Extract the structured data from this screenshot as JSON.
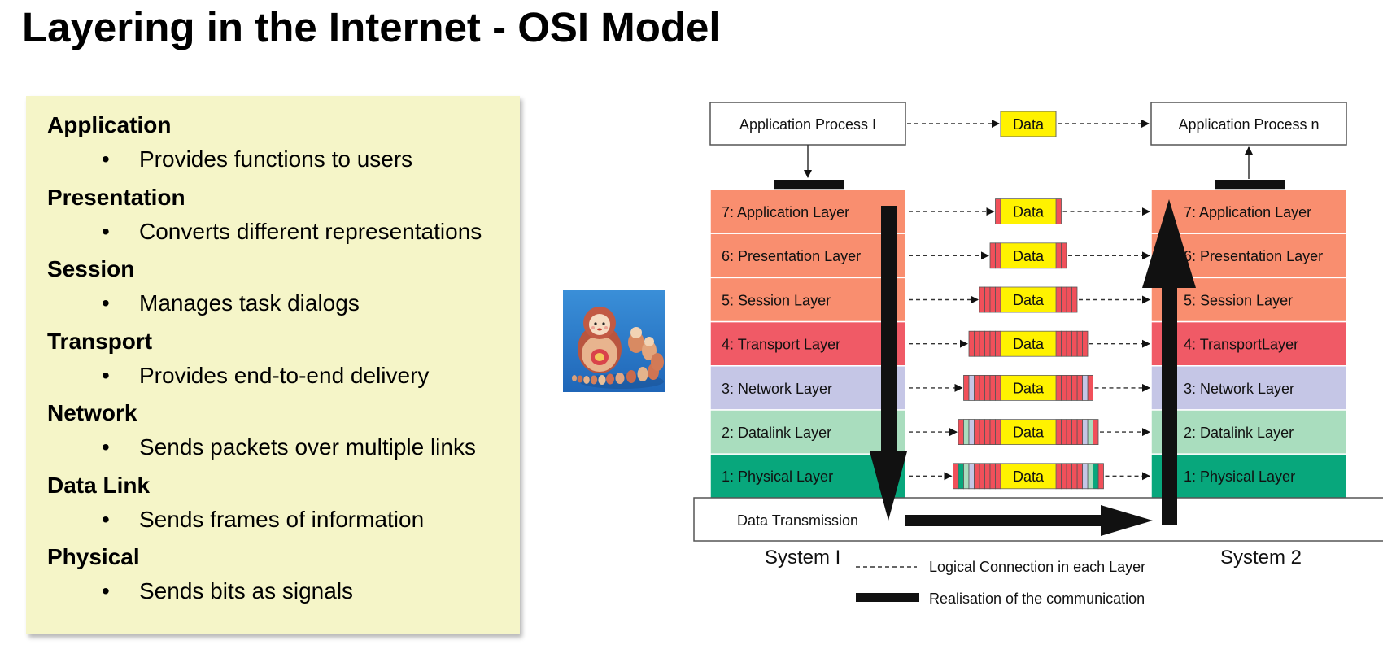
{
  "slide": {
    "title": "Layering in the Internet - OSI Model"
  },
  "layers": [
    {
      "name": "Application",
      "description": "Provides functions to users"
    },
    {
      "name": "Presentation",
      "description": "Converts different representations"
    },
    {
      "name": "Session",
      "description": "Manages task dialogs"
    },
    {
      "name": "Transport",
      "description": "Provides end-to-end delivery"
    },
    {
      "name": "Network",
      "description": "Sends packets over multiple links"
    },
    {
      "name": "Data Link",
      "description": "Sends frames of information"
    },
    {
      "name": "Physical",
      "description": "Sends bits as signals"
    }
  ],
  "bullet_glyph": "•",
  "diagram": {
    "app_process_left": "Application Process I",
    "app_process_right": "Application Process n",
    "data_label": "Data",
    "osi_layers": [
      {
        "left": "7: Application Layer",
        "right": "7: Application Layer",
        "color": "#f98e6f"
      },
      {
        "left": "6: Presentation Layer",
        "right": "6: Presentation Layer",
        "color": "#f98e6f"
      },
      {
        "left": "5: Session Layer",
        "right": "5: Session Layer",
        "color": "#f98e6f"
      },
      {
        "left": "4: Transport  Layer",
        "right": "4: TransportLayer",
        "color": "#f05a66"
      },
      {
        "left": "3: Network Layer",
        "right": "3: Network Layer",
        "color": "#c5c6e6"
      },
      {
        "left": "2: Datalink Layer",
        "right": "2: Datalink Layer",
        "color": "#a9ddbe"
      },
      {
        "left": "1: Physical Layer",
        "right": "1: Physical Layer",
        "color": "#08a77c"
      }
    ],
    "data_transmission": "Data Transmission",
    "system_left": "System I",
    "system_right": "System 2",
    "legend_logical": "Logical Connection  in  each Layer",
    "legend_realisation": "Realisation  of the  communication",
    "colors": {
      "data_yellow": "#fff200",
      "header_red": "#f1505a",
      "header_blue": "#c5c6e6",
      "header_green": "#a9ddbe",
      "header_teal": "#08a77c",
      "arrow_black": "#111111"
    }
  },
  "image": {
    "icon": "matryoshka-dolls"
  }
}
